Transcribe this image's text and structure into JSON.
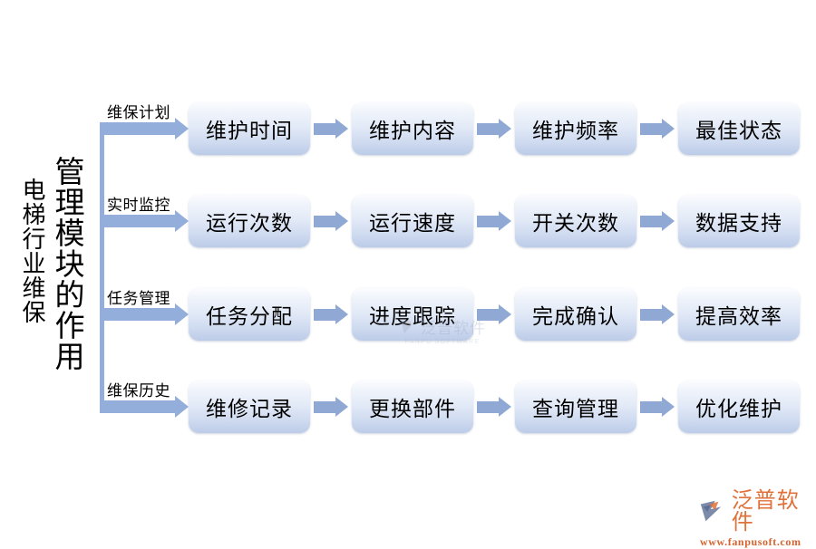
{
  "diagram": {
    "title_main": "管理模块的作用",
    "title_sub": "电梯行业维保",
    "colors": {
      "arrow": "#8fa9d4",
      "spine": "#93aedb",
      "node_top": "#fbfcfe",
      "node_bottom": "#bccbe8",
      "logo": "#e0713a"
    },
    "branches": [
      {
        "label": "维保计划",
        "nodes": [
          "维护时间",
          "维护内容",
          "维护频率",
          "最佳状态"
        ]
      },
      {
        "label": "实时监控",
        "nodes": [
          "运行次数",
          "运行速度",
          "开关次数",
          "数据支持"
        ]
      },
      {
        "label": "任务管理",
        "nodes": [
          "任务分配",
          "进度跟踪",
          "完成确认",
          "提高效率"
        ]
      },
      {
        "label": "维保历史",
        "nodes": [
          "维修记录",
          "更换部件",
          "查询管理",
          "优化维护"
        ]
      }
    ]
  },
  "watermark": {
    "text": "泛普软件",
    "subtext": "FANPU SOFTWARE"
  },
  "logo": {
    "text": "泛普软件",
    "url": "www.fanpusoft.com"
  }
}
